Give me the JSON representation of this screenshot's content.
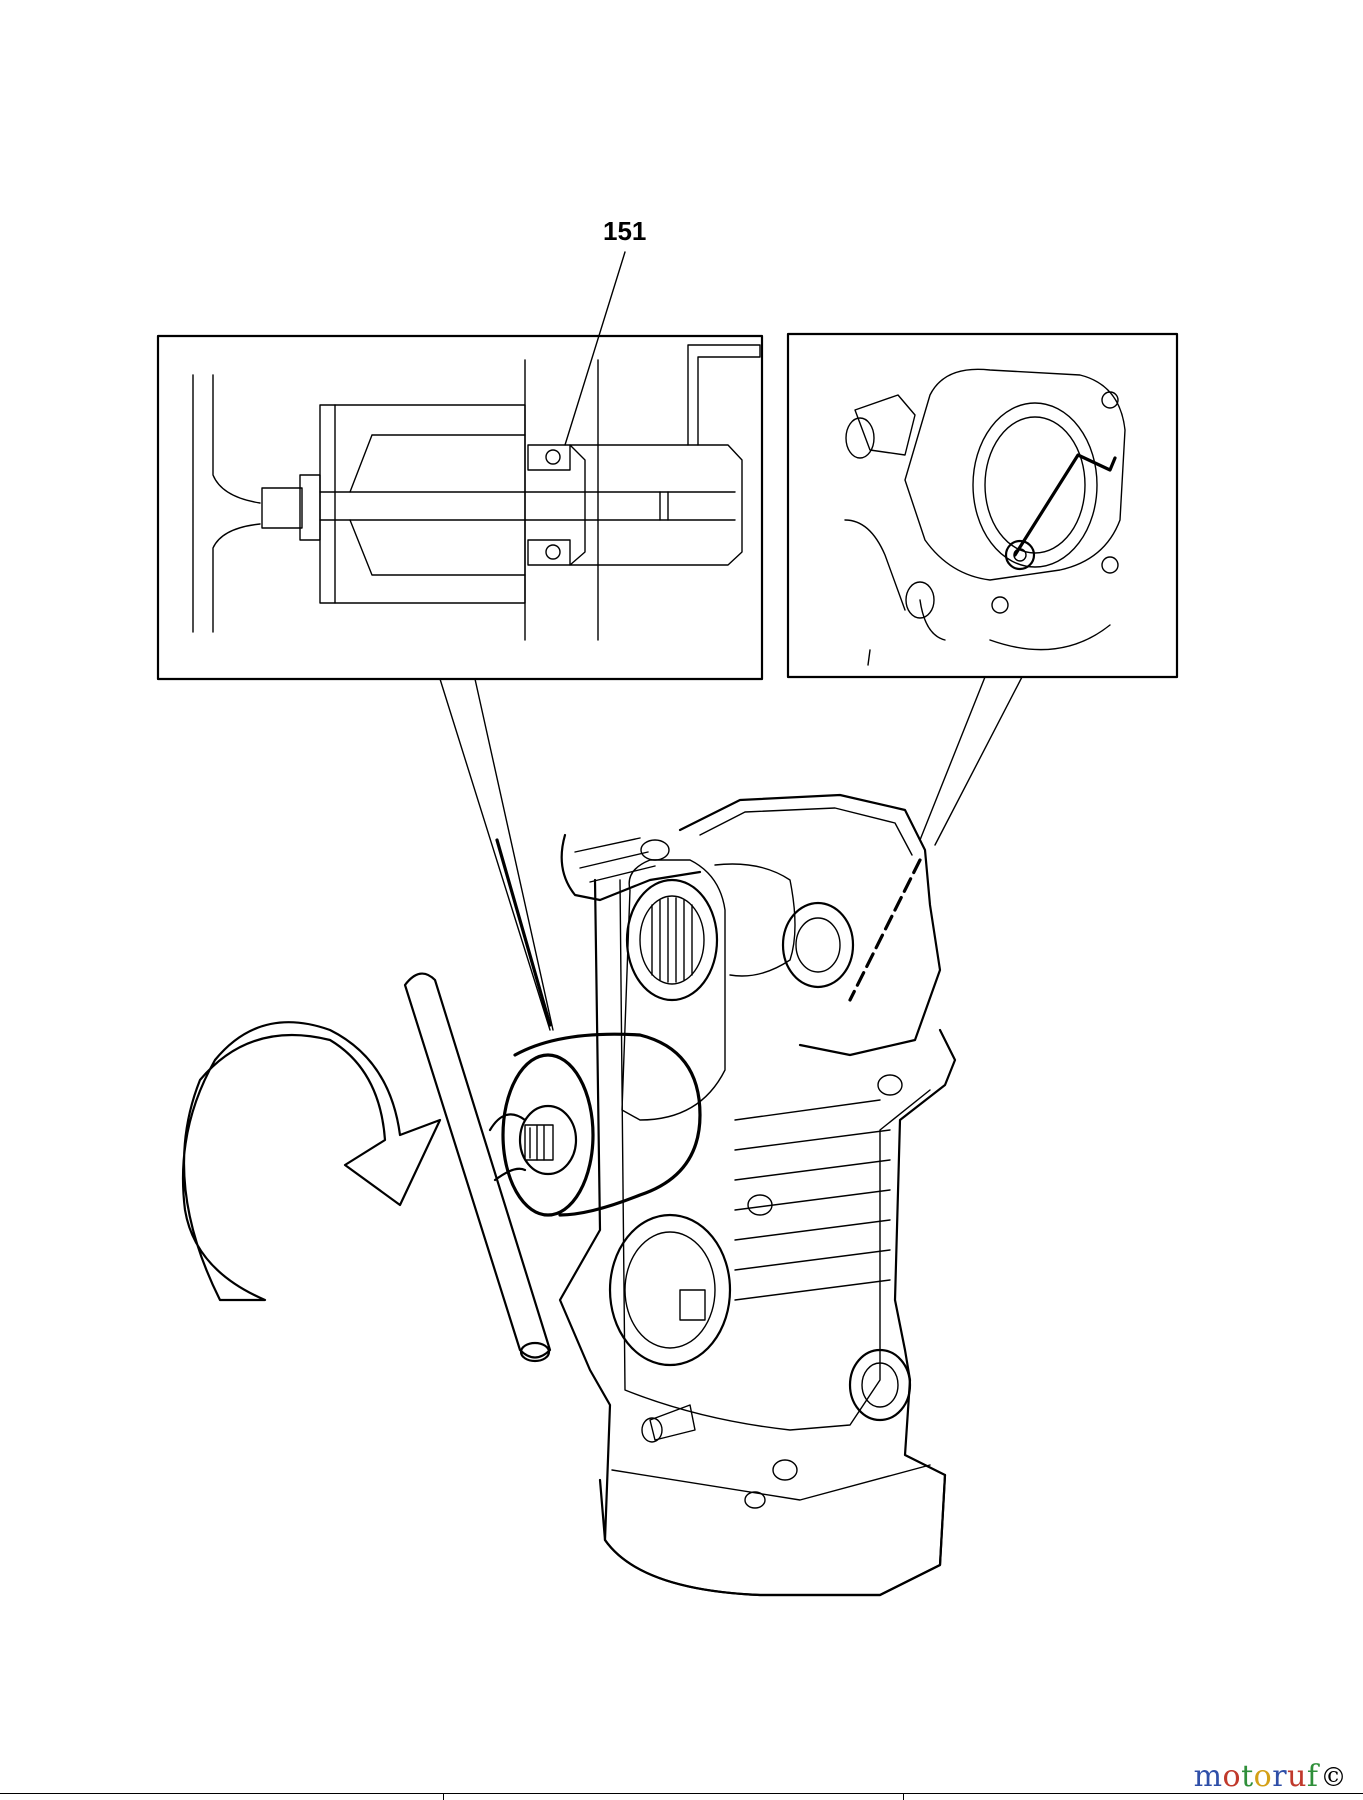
{
  "callouts": [
    {
      "label": "151"
    }
  ],
  "watermark": {
    "letters": [
      {
        "char": "m",
        "color": "#2f4fa8"
      },
      {
        "char": "o",
        "color": "#c0392b"
      },
      {
        "char": "t",
        "color": "#2f8f3a"
      },
      {
        "char": "o",
        "color": "#d4a017"
      },
      {
        "char": "r",
        "color": "#2f4fa8"
      },
      {
        "char": "u",
        "color": "#c0392b"
      },
      {
        "char": "f",
        "color": "#2f8f3a"
      }
    ],
    "symbol": "©"
  }
}
